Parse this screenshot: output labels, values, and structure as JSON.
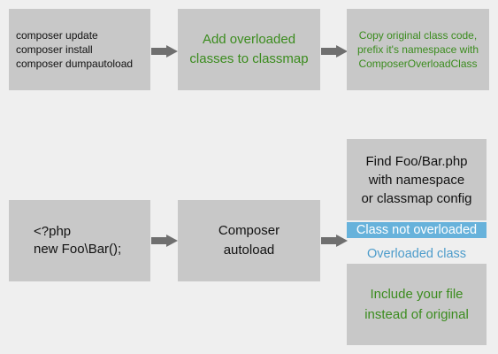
{
  "top_row": {
    "commands": [
      "composer update",
      "composer install",
      "composer dumpautoload"
    ],
    "add_step": [
      "Add overloaded",
      "classes to classmap"
    ],
    "copy_step": [
      "Copy original class code,",
      "prefix it's namespace with",
      "ComposerOverloadClass"
    ]
  },
  "bottom_row": {
    "code": [
      "<?php",
      "new Foo\\Bar();"
    ],
    "autoload": [
      "Composer",
      "autoload"
    ],
    "find_step": [
      "Find Foo/Bar.php",
      "with namespace",
      "or classmap config"
    ],
    "not_overloaded_label": "Class not overloaded",
    "overloaded_label": "Overloaded class",
    "include_step": [
      "Include your file",
      "instead of original"
    ]
  },
  "colors": {
    "box": "#c8c8c8",
    "background": "#efefef",
    "arrow": "#6f6f6f",
    "green_text": "#3b8c1e",
    "banner_blue": "#67b2db",
    "label_blue": "#4d9ccb"
  }
}
